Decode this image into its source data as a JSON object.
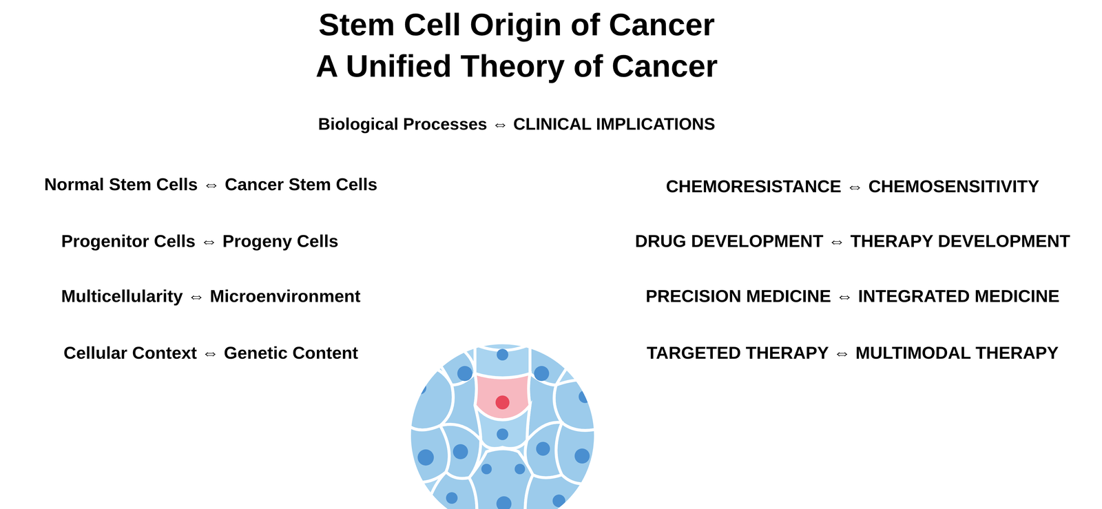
{
  "diagram": {
    "title": "Stem Cell Origin of Cancer",
    "labels": [
      "A Unified Theory of Cancer",
      "Biological Processes ⇔ CLINICAL IMPLICATIONS",
      "Normal Stem Cells ⇔ Cancer Stem Cells",
      "CHEMORESISTANCE ⇔ CHEMOSENSITIVITY",
      "Progenitor Cells ⇔ Progeny Cells",
      "DRUG DEVELOPMENT ⇔ THERAPY DEVELOPMENT",
      "Multicellularity ⇔ Microenvironment",
      "PRECISION MEDICINE ⇔ INTEGRATED MEDICINE",
      "Cellular Context ⇔ Genetic Content",
      "TARGETED THERAPY ⇔ MULTIMODAL THERAPY"
    ]
  }
}
